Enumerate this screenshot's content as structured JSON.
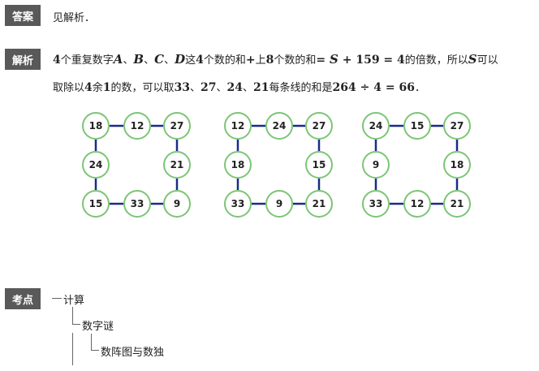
{
  "answer": {
    "tag": "答案",
    "text": "见解析．"
  },
  "analysis": {
    "tag": "解析",
    "line1": {
      "n4": "4",
      "t1": "个重复数字",
      "A": "A",
      "sep1": "、",
      "B": "B",
      "sep2": "、",
      "C": "C",
      "sep3": "、",
      "D": "D",
      "t2": "这",
      "n4b": "4",
      "t3": "个数的和",
      "plus": "+",
      "t4": "上",
      "n8": "8",
      "t5": "个数的和",
      "eq": "= ",
      "S": "S",
      "expr": " + 159 = 4",
      "t6": "的倍数，所以",
      "S2": "S",
      "t7": "可以"
    },
    "line2": {
      "t1": "取除以",
      "n4": "4",
      "t2": "余",
      "n1": "1",
      "t3": "的数，可以取",
      "v1": "33",
      "s1": "、",
      "v2": "27",
      "s2": "、",
      "v3": "24",
      "s3": "、",
      "v4": "21",
      "t4": "每条线的和是",
      "calc": "264 ÷ 4 = 66",
      "end": "．"
    }
  },
  "grids": [
    {
      "top": [
        "18",
        "12",
        "27"
      ],
      "middle": [
        "24",
        "21"
      ],
      "bottom": [
        "15",
        "33",
        "9"
      ]
    },
    {
      "top": [
        "12",
        "24",
        "27"
      ],
      "middle": [
        "18",
        "15"
      ],
      "bottom": [
        "33",
        "9",
        "21"
      ]
    },
    {
      "top": [
        "24",
        "15",
        "27"
      ],
      "middle": [
        "9",
        "18"
      ],
      "bottom": [
        "33",
        "12",
        "21"
      ]
    }
  ],
  "knowledge": {
    "tag": "考点",
    "root": "计算",
    "child": "数字谜",
    "leaf": "数阵图与数独"
  },
  "colors": {
    "tag_bg": "#595959",
    "circle_border": "#7cc576",
    "connector": "#1a2a8a"
  }
}
